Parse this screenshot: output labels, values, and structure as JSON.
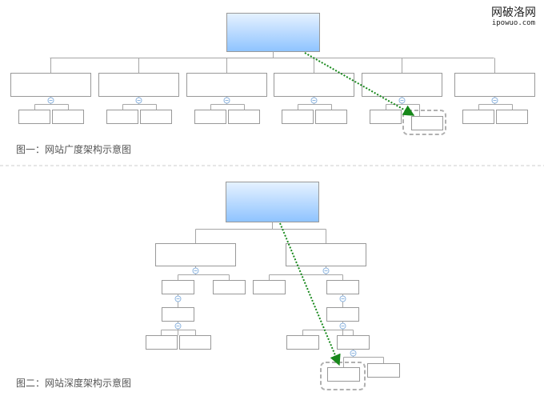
{
  "watermark": {
    "title": "网破洛网",
    "url": "ipowuo.com"
  },
  "captions": {
    "breadth": "图一：网站广度架构示意图",
    "depth": "图二：网站深度架构示意图"
  },
  "colors": {
    "box_border": "#999999",
    "line": "#a6a6a6",
    "root_top": "#e6f2ff",
    "root_bottom": "#8ec3ff",
    "expander_border": "#8fb6e0",
    "arrow": "#17881b",
    "highlight_border": "#b0b0b0",
    "divider": "#cccccc"
  },
  "icons": [
    "expander-icon",
    "arrow-head-icon"
  ]
}
